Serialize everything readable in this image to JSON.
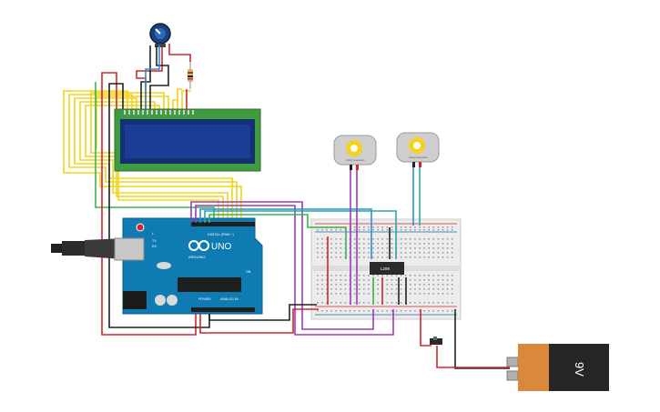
{
  "arduino": {
    "brand": "ARDUINO",
    "model": "UNO",
    "digital_label": "DIGITAL (PWM ~)",
    "power_label": "POWER",
    "analog_label": "ANALOG IN",
    "rx_label": "RX",
    "tx_label": "TX",
    "l_label": "L",
    "on_label": "ON"
  },
  "driver_chip": {
    "label": "L298"
  },
  "motors": [
    {
      "label": "Hobby Gearmotor"
    },
    {
      "label": "Hobby Gearmotor"
    }
  ],
  "battery": {
    "label": "9V"
  },
  "colors": {
    "red": "#d4262b",
    "black": "#222222",
    "yellow": "#f2d31b",
    "blue": "#2a8fd6",
    "purple": "#9b3bb5",
    "green": "#3bb54a",
    "teal": "#2aa7a7",
    "board": "#0f7bb3",
    "lcd_pcb": "#3f9b3f",
    "lcd_screen": "#1c3d96",
    "battery_body": "#d9883c"
  }
}
